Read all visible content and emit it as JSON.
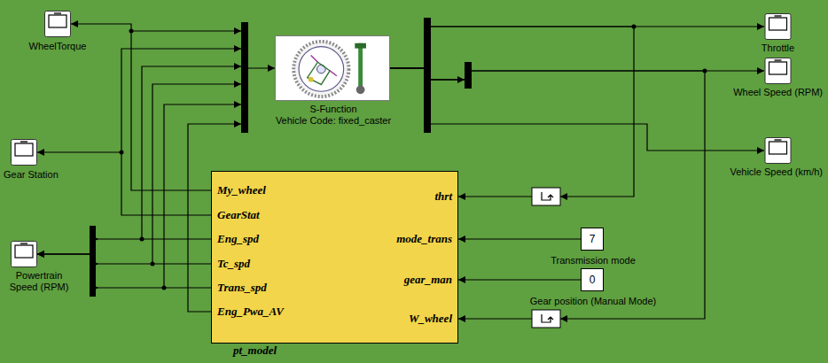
{
  "diagram": {
    "nodes": [
      {
        "text": [
          "WheelTorque"
        ]
      },
      {
        "text": [
          "Throttle"
        ]
      },
      {
        "text": [
          "S-Function",
          "Vehicle Code: fixed_caster"
        ]
      },
      {
        "text": [
          "Wheel Speed (RPM)"
        ]
      },
      {
        "text": [
          "Gear Station"
        ]
      },
      {
        "text": [
          "Vehicle Speed (km/h)"
        ]
      },
      {
        "text": [
          "My_wheel",
          "GearStat",
          "Eng_spd",
          "Tc_spd",
          "Trans_spd",
          "Eng_Pwa_AV",
          "thrt",
          "mode_trans",
          "gear_man",
          "W_wheel",
          "pt_model"
        ]
      },
      {
        "text": [
          "Powertrain Speed (RPM)"
        ]
      },
      {
        "text": [
          "7",
          "Transmission mode"
        ]
      },
      {
        "text": [
          "0",
          "Gear position (Manual Mode)"
        ]
      }
    ],
    "edges": [
      {
        "from": 6,
        "to": 0,
        "arrow": "to"
      },
      {
        "from": 6,
        "to": 4,
        "arrow": "to"
      },
      {
        "from": 6,
        "to": 7,
        "arrow": "to"
      },
      {
        "from": 6,
        "to": 7,
        "arrow": "to"
      },
      {
        "from": 6,
        "to": 7,
        "arrow": "to"
      },
      {
        "from": 6,
        "to": 2,
        "arrow": "to"
      },
      {
        "from": 2,
        "to": 1,
        "arrow": "to"
      },
      {
        "from": 2,
        "to": 3,
        "arrow": "to"
      },
      {
        "from": 2,
        "to": 5,
        "arrow": "to"
      },
      {
        "from": 2,
        "to": 6,
        "arrow": "to"
      },
      {
        "from": 2,
        "to": 6,
        "arrow": "to"
      },
      {
        "from": 8,
        "to": 6,
        "arrow": "to"
      },
      {
        "from": 9,
        "to": 6,
        "arrow": "to"
      }
    ]
  }
}
